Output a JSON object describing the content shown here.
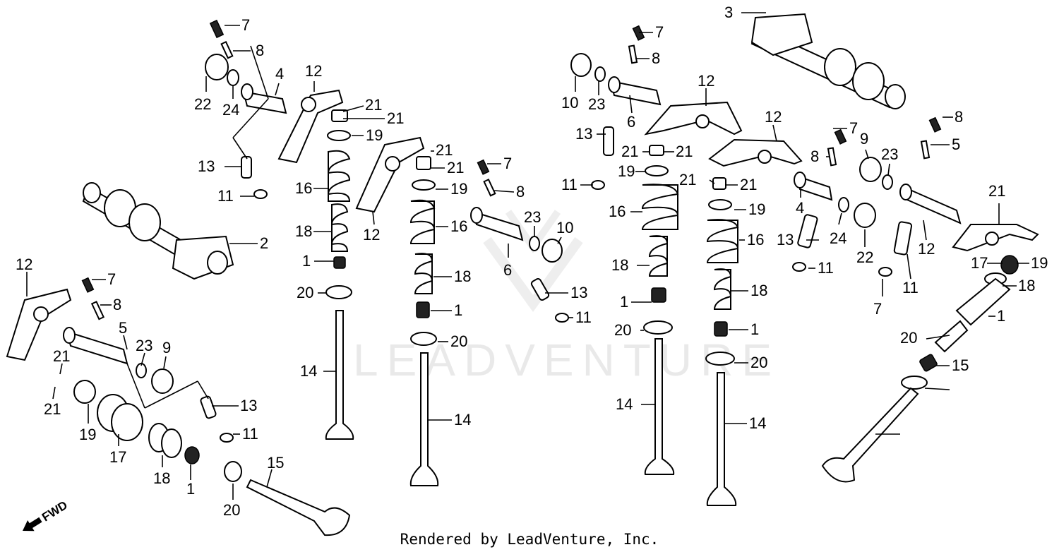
{
  "diagram": {
    "watermark": "LEADVENTURE",
    "direction_label": "FWD",
    "footer": "Rendered by LeadVenture, Inc.",
    "callouts": [
      "7",
      "8",
      "22",
      "24",
      "4",
      "12",
      "21",
      "21",
      "19",
      "13",
      "11",
      "16",
      "18",
      "1",
      "20",
      "14",
      "12",
      "21",
      "21",
      "19",
      "16",
      "18",
      "1",
      "20",
      "14",
      "7",
      "8",
      "23",
      "10",
      "6",
      "13",
      "11",
      "2",
      "12",
      "7",
      "8",
      "5",
      "23",
      "9",
      "21",
      "21",
      "13",
      "11",
      "19",
      "17",
      "18",
      "1",
      "20",
      "15",
      "3",
      "7",
      "8",
      "10",
      "23",
      "6",
      "12",
      "13",
      "21",
      "21",
      "19",
      "11",
      "16",
      "18",
      "1",
      "20",
      "14",
      "12",
      "21",
      "21",
      "19",
      "16",
      "18",
      "1",
      "20",
      "14",
      "7",
      "8",
      "9",
      "23",
      "4",
      "24",
      "13",
      "11",
      "22",
      "11",
      "7",
      "8",
      "5",
      "12",
      "21",
      "19",
      "17",
      "18",
      "1",
      "20",
      "15"
    ]
  }
}
